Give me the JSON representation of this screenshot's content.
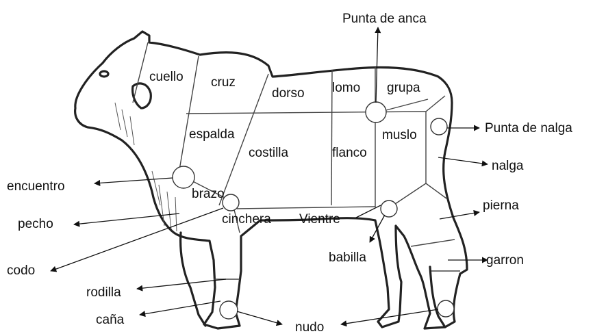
{
  "regions": {
    "cuello": "cuello",
    "cruz": "cruz",
    "dorso": "dorso",
    "lomo": "lomo",
    "grupa": "grupa",
    "espalda": "espalda",
    "costilla": "costilla",
    "flanco": "flanco",
    "muslo": "muslo",
    "brazo": "brazo",
    "cinchera": "cinchera",
    "vientre": "Vientre"
  },
  "callouts": {
    "punta_de_anca": "Punta de anca",
    "punta_de_nalga": "Punta de nalga",
    "nalga": "nalga",
    "pierna": "pierna",
    "garron": "garron",
    "encuentro": "encuentro",
    "pecho": "pecho",
    "codo": "codo",
    "babilla": "babilla",
    "rodilla": "rodilla",
    "cana": "caña",
    "nudo": "nudo"
  }
}
